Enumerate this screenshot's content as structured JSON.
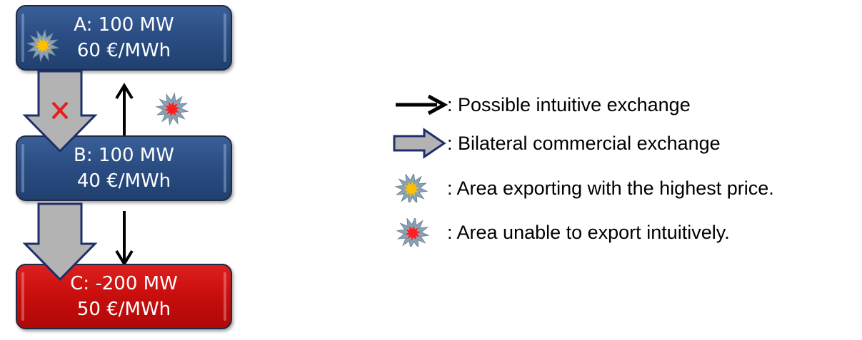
{
  "areas": {
    "a": {
      "label": "A: 100 MW",
      "price": "60 €/MWh",
      "color": "#2b4d84",
      "marker": "yellow-starburst-icon"
    },
    "b": {
      "label": "B: 100 MW",
      "price": "40 €/MWh",
      "color": "#2b4d84"
    },
    "c": {
      "label": "C: -200 MW",
      "price": "50 €/MWh",
      "color": "#c80d0d"
    }
  },
  "connections": {
    "a_to_b_commercial": {
      "kind": "bilateral-commercial",
      "blocked": true,
      "marker": "red-x-icon"
    },
    "b_to_a_intuitive": {
      "kind": "intuitive"
    },
    "b_to_c_commercial": {
      "kind": "bilateral-commercial"
    },
    "b_to_c_intuitive": {
      "kind": "intuitive"
    },
    "unable_marker": {
      "marker": "red-starburst-icon"
    }
  },
  "legend": {
    "intuitive": {
      "text": ": Possible intuitive exchange",
      "icon": "black-arrow-icon"
    },
    "commercial": {
      "text": ": Bilateral commercial exchange",
      "icon": "block-arrow-icon"
    },
    "highest_price": {
      "text": ": Area exporting with the highest price.",
      "icon": "yellow-starburst-icon"
    },
    "unable": {
      "text": ": Area unable to export intuitively.",
      "icon": "red-starburst-icon"
    }
  },
  "colors": {
    "block_arrow_fill": "#b3b3b3",
    "block_arrow_stroke": "#1f2f6b",
    "starburst_outer": "#8aa3b4",
    "starburst_yellow": "#ffc000",
    "starburst_red": "#ff1f1f",
    "blocked_x": "#e81c1c"
  }
}
